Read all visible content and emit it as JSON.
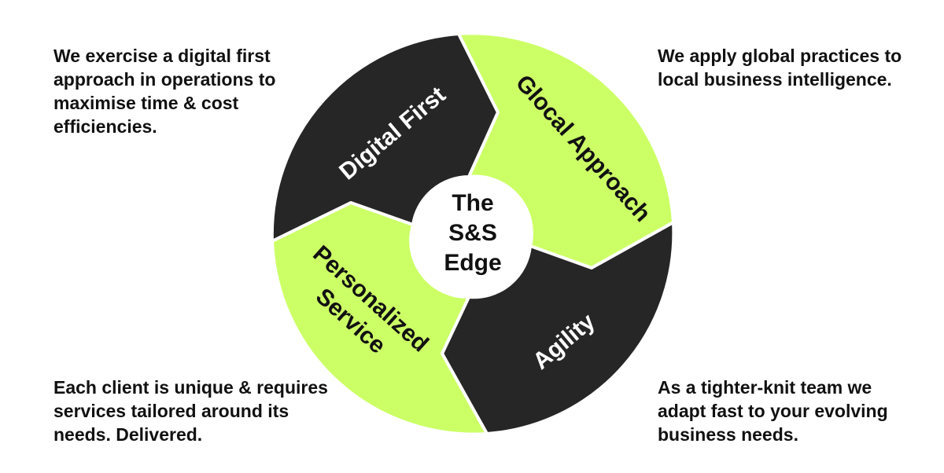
{
  "descriptions": {
    "top_left": "We exercise a digital first approach in operations to maximise time & cost efficiencies.",
    "top_right": "We apply global practices to local business intelligence.",
    "bottom_left": "Each client is unique & requires services tailored around its needs. Delivered.",
    "bottom_right": "As a tighter-knit team we adapt fast to your evolving business needs."
  },
  "segments": {
    "digital_first": {
      "label": "Digital First",
      "color": "#262626",
      "text_color": "#ffffff"
    },
    "glocal_approach": {
      "label": "Glocal Approach",
      "color": "#ccff66",
      "text_color": "#111111"
    },
    "agility": {
      "label": "Agility",
      "color": "#262626",
      "text_color": "#ffffff"
    },
    "personalized_service": {
      "line1": "Personalized",
      "line2": "Service",
      "color": "#ccff66",
      "text_color": "#111111"
    }
  },
  "center": {
    "line1": "The",
    "line2": "S&S",
    "line3": "Edge"
  }
}
